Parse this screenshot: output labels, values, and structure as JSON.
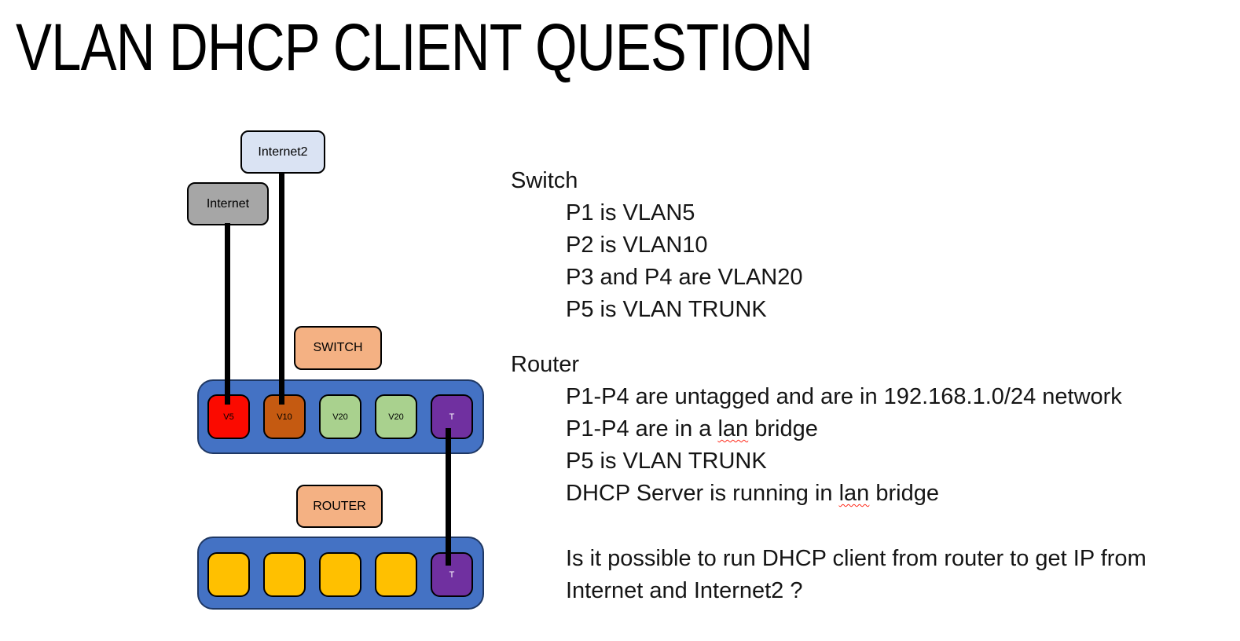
{
  "title": "VLAN DHCP CLIENT QUESTION",
  "diagram": {
    "internet2_label": "Internet2",
    "internet_label": "Internet",
    "switch_label": "SWITCH",
    "router_label": "ROUTER",
    "switch_ports": [
      {
        "name": "switch-port-p1-vlan5",
        "label": "V5",
        "fill": "#fb0a00",
        "text": "#000000"
      },
      {
        "name": "switch-port-p2-vlan10",
        "label": "V10",
        "fill": "#c55a11",
        "text": "#000000"
      },
      {
        "name": "switch-port-p3-vlan20",
        "label": "V20",
        "fill": "#a9d18e",
        "text": "#000000"
      },
      {
        "name": "switch-port-p4-vlan20",
        "label": "V20",
        "fill": "#a9d18e",
        "text": "#000000"
      },
      {
        "name": "switch-port-p5-trunk",
        "label": "T",
        "fill": "#7030a0",
        "text": "#ffffff"
      }
    ],
    "router_ports": [
      {
        "name": "router-port-p1",
        "label": "",
        "fill": "#ffc000",
        "text": "#000000"
      },
      {
        "name": "router-port-p2",
        "label": "",
        "fill": "#ffc000",
        "text": "#000000"
      },
      {
        "name": "router-port-p3",
        "label": "",
        "fill": "#ffc000",
        "text": "#000000"
      },
      {
        "name": "router-port-p4",
        "label": "",
        "fill": "#ffc000",
        "text": "#000000"
      },
      {
        "name": "router-port-p5-trunk",
        "label": "T",
        "fill": "#7030a0",
        "text": "#ffffff"
      }
    ]
  },
  "notes": {
    "switch_heading": "Switch",
    "switch_items": [
      "P1 is VLAN5",
      "P2 is VLAN10",
      "P3 and P4 are VLAN20",
      "P5 is VLAN TRUNK"
    ],
    "router_heading": "Router",
    "router_items": {
      "line1": "P1-P4 are untagged and are in 192.168.1.0/24 network",
      "line2_pre": "P1-P4 are in a ",
      "line2_misspelled": "lan",
      "line2_post": " bridge",
      "line3": "P5 is VLAN TRUNK",
      "line4_pre": "DHCP Server is running in ",
      "line4_misspelled": "lan",
      "line4_post": " bridge"
    },
    "question_line1": "Is it possible to run DHCP client from router to get IP from",
    "question_line2": "Internet and Internet2 ?"
  },
  "colors": {
    "canvas_bg": "#ffffff",
    "title_color": "#000000",
    "internet2_fill": "#dae3f3",
    "internet_fill": "#a6a6a6",
    "device_label_fill": "#f4b183",
    "chassis_fill": "#4472c4",
    "chassis_stroke": "#1f3864"
  }
}
